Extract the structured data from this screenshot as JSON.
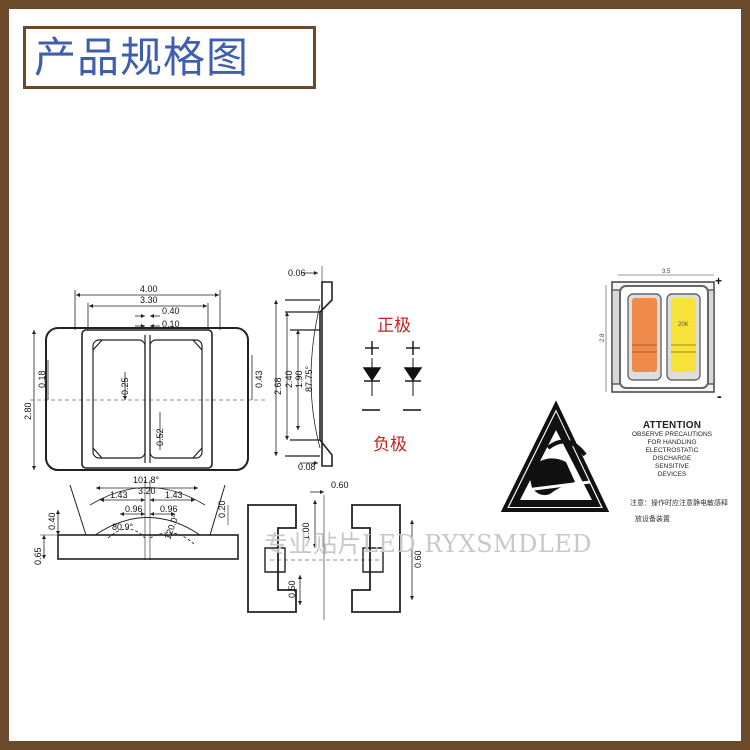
{
  "title": "产品规格图",
  "watermark": "专业贴片LED RYXSMDLED",
  "polarity": {
    "anode": "正极",
    "cathode": "负极"
  },
  "top_view": {
    "dims": [
      "4.00",
      "3.30",
      "0.40",
      "0.10",
      "0.25",
      "0.52",
      "0.18",
      "2.80",
      "0.43"
    ]
  },
  "side_view": {
    "dims": [
      "0.06",
      "2.68",
      "2.40",
      "1.90",
      "87.75°",
      "0.08"
    ]
  },
  "bottom_view": {
    "dims": [
      "101.8°",
      "3.20",
      "1.43",
      "1.43",
      "0.96",
      "0.96",
      "80.9°",
      "120.0°",
      "0.40",
      "0.65",
      "0.20"
    ]
  },
  "pad_view": {
    "dims": [
      "0.60",
      "1.00",
      "0.60",
      "0.50"
    ]
  },
  "product_photo": {
    "dims": [
      "3.5",
      "2.8"
    ],
    "chip_label": "20K",
    "plus": "+",
    "minus": "-",
    "colors": {
      "warm": "#f08a4a",
      "cool": "#f7e23a",
      "frame": "#8a8a8a"
    }
  },
  "esd": {
    "title": "ATTENTION",
    "lines": [
      "OBSERVE PRECAUTIONS",
      "FOR HANDLING",
      "ELECTROSTATIC",
      "DISCHARGE",
      "SENSITIVE",
      "DEVICES"
    ],
    "cn_line1": "注意：操作时应注意静电敏感释",
    "cn_line2": "放设备装置"
  }
}
